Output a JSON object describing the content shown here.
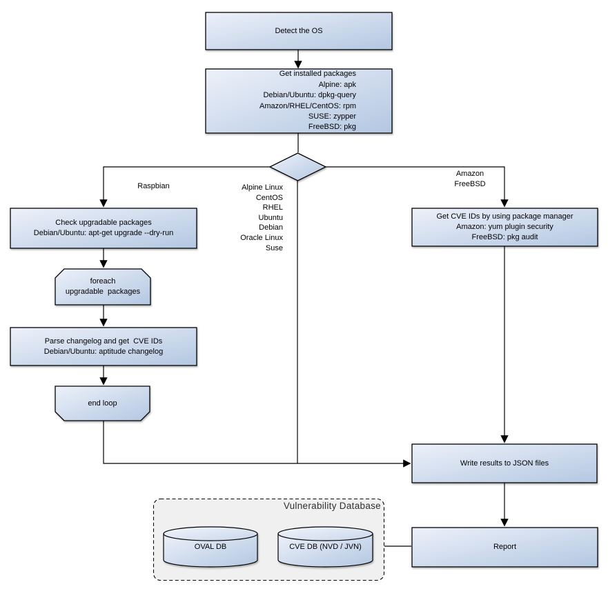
{
  "diagram_title": "Vulnerability Database",
  "nodes": {
    "detect_os": "Detect the OS",
    "get_installed": "Get installed packages\nAlpine: apk\nDebian/Ubuntu: dpkg-query\nAmazon/RHEL/CentOS: rpm\nSUSE: zypper\nFreeBSD: pkg",
    "check_upgradable": "Check upgradable packages\nDebian/Ubuntu: apt-get upgrade --dry-run",
    "foreach_loop": "foreach\nupgradable  packages",
    "parse_changelog": "Parse changelog and get  CVE IDs\nDebian/Ubuntu: aptitude changelog",
    "end_loop": "end loop",
    "get_cve_ids": "Get CVE IDs by using package manager\nAmazon: yum plugin security\nFreeBSD: pkg audit",
    "write_results": "Write results to JSON files",
    "report": "Report",
    "oval_db": "OVAL DB",
    "cve_db": "CVE DB (NVD / JVN)",
    "vulndb_title": "Vulnerability Database"
  },
  "edge_labels": {
    "raspbian": "Raspbian",
    "os_list": "Alpine Linux\nCentOS\nRHEL\nUbuntu\nDebian\nOracle Linux\nSuse",
    "amazon_freebsd": "Amazon\nFreeBSD"
  },
  "colors": {
    "node_gradient_start": "#edf1f9",
    "node_gradient_end": "#b3c7e2",
    "cylinder_top_start": "#f2f5fb",
    "cylinder_top_end": "#c7d6ea",
    "container_fill": "#f0f0f0",
    "stroke": "#000000",
    "background": "#ffffff"
  }
}
